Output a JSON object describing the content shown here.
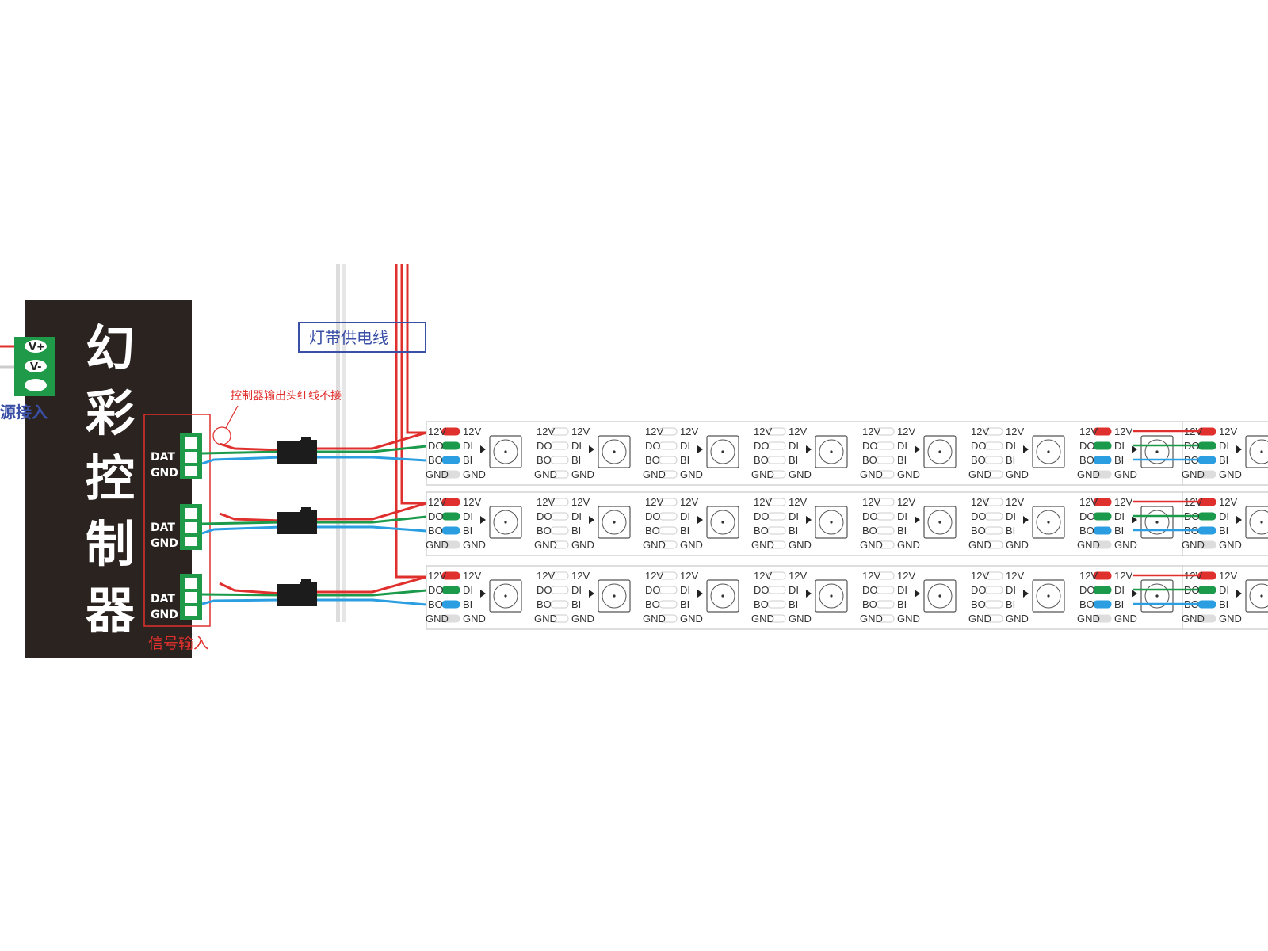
{
  "controller": {
    "title_chars": [
      "幻",
      "彩",
      "控",
      "制",
      "器"
    ]
  },
  "power_input": {
    "v_plus": "V+",
    "v_minus": "V-",
    "label": "源接入"
  },
  "ports": [
    {
      "dat": "DAT",
      "gnd": "GND"
    },
    {
      "dat": "DAT",
      "gnd": "GND"
    },
    {
      "dat": "DAT",
      "gnd": "GND"
    }
  ],
  "labels": {
    "strip_power_line": "灯带供电线",
    "controller_note": "控制器输出头红线不接",
    "signal_input": "信号输入"
  },
  "pins": {
    "v12": "12V",
    "do": "DO",
    "di": "DI",
    "bo": "BO",
    "bi": "BI",
    "gnd": "GND"
  },
  "colors": {
    "controller_bg": "#2b2320",
    "red": "#e0302e",
    "green": "#1a9a4a",
    "blue": "#2a9ee0",
    "port_green": "#1f9a48"
  }
}
